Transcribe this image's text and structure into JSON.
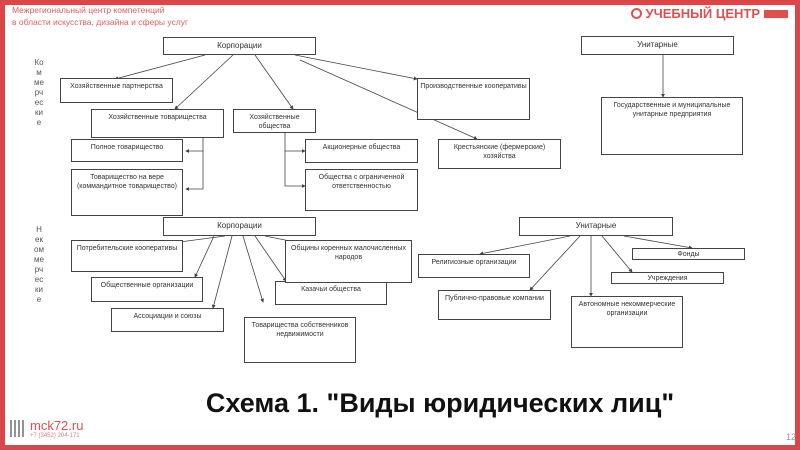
{
  "header": {
    "line1": "Межрегиональный центр компетенций",
    "line2": "в области искусства, дизайна и сферы услуг",
    "logo": "УЧЕБНЫЙ ЦЕНТР"
  },
  "side_labels": {
    "commercial": "Коммерческие",
    "noncommercial": "Некоммерческие"
  },
  "commercial": {
    "corporations": "Корпорации",
    "partnerships": "Хозяйственные партнерства",
    "comrades": "Хозяйственные товарищества",
    "societies": "Хозяйственные общества",
    "full": "Полное товарищество",
    "limited": "Товарищество на вере (коммандитное товарищество)",
    "joint_stock": "Акционерные общества",
    "llc": "Общества с ограниченной ответственностью",
    "production_coops": "Производственные кооперативы",
    "farms": "Крестьянские (фермерские) хозяйства",
    "unitary": "Унитарные",
    "state_unitary": "Государственные и муниципальные унитарные предприятия"
  },
  "noncommercial": {
    "corporations": "Корпорации",
    "consumer_coops": "Потребительские кооперативы",
    "public_orgs": "Общественные организации",
    "associations": "Ассоциации и союзы",
    "owners": "Товарищества собственников недвижимости",
    "cossack": "Казачьи общества",
    "indigenous": "Общины коренных малочисленных народов",
    "unitary": "Унитарные",
    "religious": "Религиозные организации",
    "public_law": "Публично-правовые компании",
    "autonomous": "Автономные некоммерческие организации",
    "institutions": "Учреждения",
    "funds": "Фонды"
  },
  "title": "Схема 1. \"Виды юридических лиц\"",
  "footer": {
    "site": "mck72.ru",
    "phone": "+7 (3452) 204-171",
    "page": "12"
  }
}
